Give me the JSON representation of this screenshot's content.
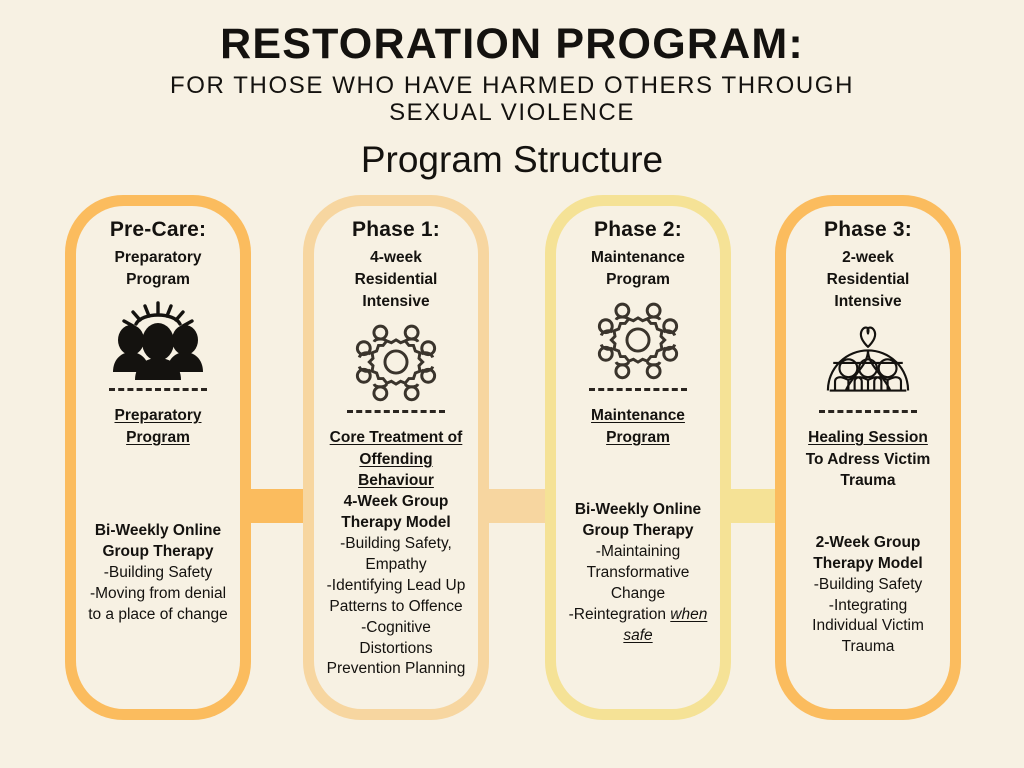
{
  "header": {
    "title_main": "RESTORATION PROGRAM:",
    "title_sub_line1": "FOR THOSE WHO HAVE HARMED OTHERS THROUGH",
    "title_sub_line2": "SEXUAL VIOLENCE",
    "title_structure": "Program Structure"
  },
  "colors": {
    "background": "#F7F1E3",
    "card1_border": "#FBBC5E",
    "card2_border": "#F7D6A0",
    "card3_border": "#F5E296",
    "card4_border": "#FBBC5E",
    "card_inner": "#F7F1E3",
    "arrow1": "#FBBC5E",
    "arrow2": "#F7D6A0",
    "arrow3": "#F5E296",
    "text": "#14120f"
  },
  "cards": [
    {
      "title": "Pre-Care:",
      "subtitle": "Preparatory\nProgram",
      "icon": "group-of-people-icon",
      "heading": "Preparatory\nProgram",
      "body_bold": "Bi-Weekly Online\nGroup Therapy",
      "body_lines": "-Building Safety\n-Moving from denial\nto a place of change"
    },
    {
      "title": "Phase 1:",
      "subtitle": "4-week\nResidential\nIntensive",
      "icon": "gear-network-icon",
      "heading": "Core Treatment of\nOffending\nBehaviour",
      "body_bold": "4-Week Group\nTherapy Model",
      "body_lines": "-Building Safety,\nEmpathy\n-Identifying Lead Up\nPatterns to Offence\n-Cognitive\nDistortions\nPrevention Planning"
    },
    {
      "title": "Phase 2:",
      "subtitle": "Maintenance\nProgram",
      "icon": "gear-network-icon",
      "heading": "Maintenance\nProgram",
      "body_bold": "Bi-Weekly Online\nGroup Therapy",
      "body_lines": "-Maintaining\nTransformative\nChange\n-Reintegration ",
      "body_emphasis": "when safe"
    },
    {
      "title": "Phase 3:",
      "subtitle": "2-week\nResidential\nIntensive",
      "icon": "community-heart-icon",
      "heading_underlined": "Healing Session",
      "heading_rest": "To Adress Victim\nTrauma",
      "body_bold": "2-Week Group\nTherapy Model",
      "body_lines": "-Building Safety\n-Integrating\nIndividual Victim\nTrauma"
    }
  ],
  "arrows": [
    {
      "name": "arrow-precare-to-phase1"
    },
    {
      "name": "arrow-phase1-to-phase2"
    },
    {
      "name": "arrow-phase2-to-phase3"
    }
  ]
}
